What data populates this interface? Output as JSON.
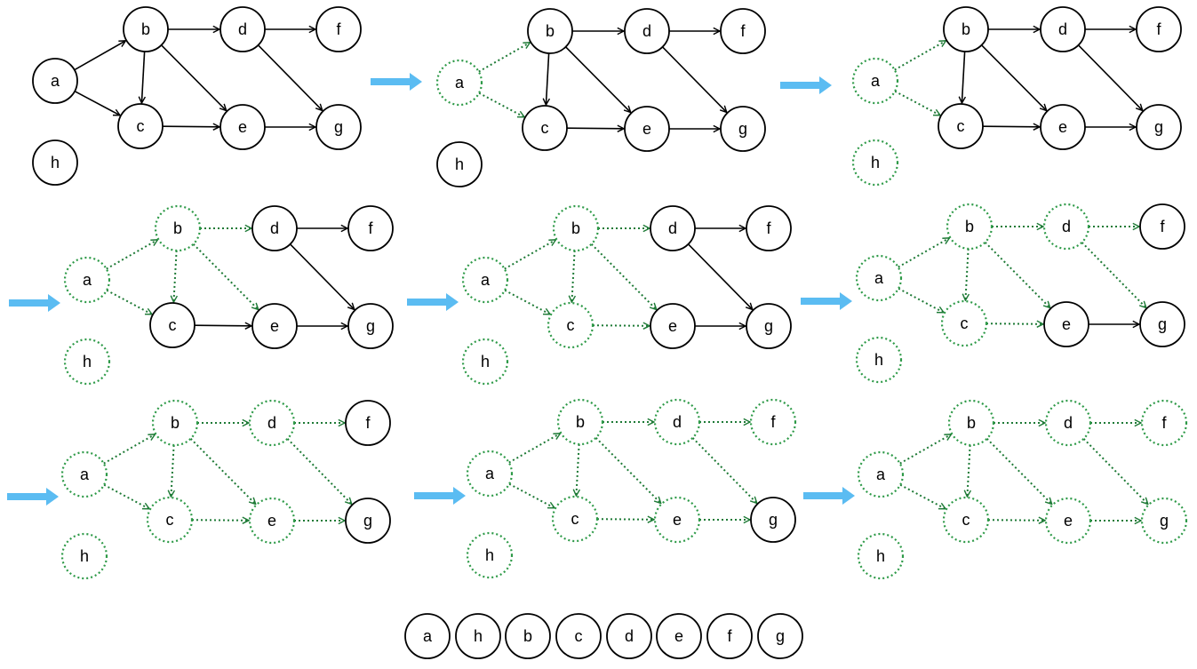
{
  "diagram": {
    "nodes": [
      "a",
      "b",
      "c",
      "d",
      "e",
      "f",
      "g",
      "h"
    ],
    "edges": [
      [
        "a",
        "b"
      ],
      [
        "a",
        "c"
      ],
      [
        "b",
        "c"
      ],
      [
        "b",
        "d"
      ],
      [
        "b",
        "e"
      ],
      [
        "c",
        "e"
      ],
      [
        "d",
        "f"
      ],
      [
        "d",
        "g"
      ],
      [
        "e",
        "g"
      ]
    ],
    "colors": {
      "unvisited": "#000000",
      "visited": "#2e9a48",
      "visited_edge": "#1e7a36",
      "step_arrow": "#5bbcf2"
    },
    "panels": [
      {
        "visited": [],
        "traversed": []
      },
      {
        "visited": [
          "a"
        ],
        "traversed": [
          "a-b",
          "a-c"
        ]
      },
      {
        "visited": [
          "a",
          "h"
        ],
        "traversed": [
          "a-b",
          "a-c"
        ]
      },
      {
        "visited": [
          "a",
          "h",
          "b"
        ],
        "traversed": [
          "a-b",
          "a-c",
          "b-c",
          "b-d",
          "b-e"
        ]
      },
      {
        "visited": [
          "a",
          "h",
          "b",
          "c"
        ],
        "traversed": [
          "a-b",
          "a-c",
          "b-c",
          "b-d",
          "b-e",
          "c-e"
        ]
      },
      {
        "visited": [
          "a",
          "h",
          "b",
          "c",
          "d"
        ],
        "traversed": [
          "a-b",
          "a-c",
          "b-c",
          "b-d",
          "b-e",
          "c-e",
          "d-f",
          "d-g"
        ]
      },
      {
        "visited": [
          "a",
          "h",
          "b",
          "c",
          "d",
          "e"
        ],
        "traversed": [
          "a-b",
          "a-c",
          "b-c",
          "b-d",
          "b-e",
          "c-e",
          "d-f",
          "d-g",
          "e-g"
        ]
      },
      {
        "visited": [
          "a",
          "h",
          "b",
          "c",
          "d",
          "e",
          "f"
        ],
        "traversed": [
          "a-b",
          "a-c",
          "b-c",
          "b-d",
          "b-e",
          "c-e",
          "d-f",
          "d-g",
          "e-g"
        ]
      },
      {
        "visited": [
          "a",
          "h",
          "b",
          "c",
          "d",
          "e",
          "f",
          "g"
        ],
        "traversed": [
          "a-b",
          "a-c",
          "b-c",
          "b-d",
          "b-e",
          "c-e",
          "d-f",
          "d-g",
          "e-g"
        ]
      }
    ],
    "order": [
      "a",
      "h",
      "b",
      "c",
      "d",
      "e",
      "f",
      "g"
    ]
  }
}
